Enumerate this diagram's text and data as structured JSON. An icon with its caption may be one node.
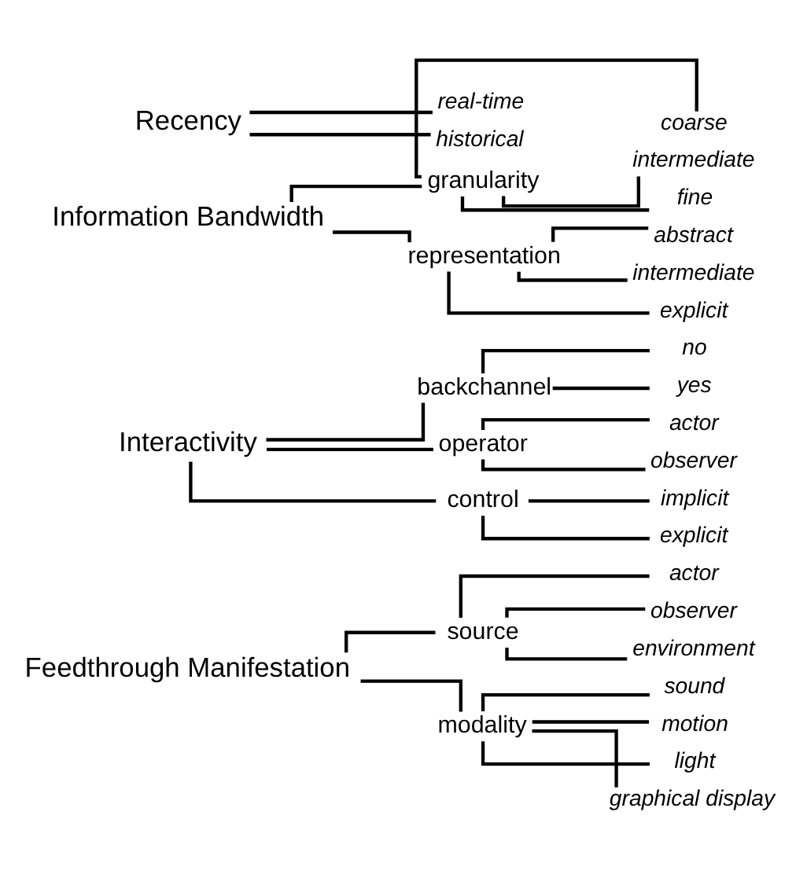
{
  "diagram": {
    "nodes": [
      {
        "text": [
          "Feedthrough Manifestation"
        ]
      },
      {
        "text": [
          "source"
        ]
      },
      {
        "text": [
          "actor"
        ]
      },
      {
        "text": [
          "observer"
        ]
      },
      {
        "text": [
          "environment"
        ]
      },
      {
        "text": [
          "modality"
        ]
      },
      {
        "text": [
          "sound"
        ]
      },
      {
        "text": [
          "motion"
        ]
      },
      {
        "text": [
          "light"
        ]
      },
      {
        "text": [
          "graphical display"
        ]
      },
      {
        "text": [
          "Interactivity"
        ]
      },
      {
        "text": [
          "backchannel"
        ]
      },
      {
        "text": [
          "no"
        ]
      },
      {
        "text": [
          "yes"
        ]
      },
      {
        "text": [
          "operator"
        ]
      },
      {
        "text": [
          "actor"
        ]
      },
      {
        "text": [
          "observer"
        ]
      },
      {
        "text": [
          "control"
        ]
      },
      {
        "text": [
          "implicit"
        ]
      },
      {
        "text": [
          "explicit"
        ]
      },
      {
        "text": [
          "Information Bandwidth"
        ]
      },
      {
        "text": [
          "granularity"
        ]
      },
      {
        "text": [
          "coarse"
        ]
      },
      {
        "text": [
          "intermediate"
        ]
      },
      {
        "text": [
          "fine"
        ]
      },
      {
        "text": [
          "representation"
        ]
      },
      {
        "text": [
          "abstract"
        ]
      },
      {
        "text": [
          "intermediate"
        ]
      },
      {
        "text": [
          "explicit"
        ]
      },
      {
        "text": [
          "Recency"
        ]
      },
      {
        "text": [
          "real-time"
        ]
      },
      {
        "text": [
          "historical"
        ]
      }
    ],
    "edges": [
      {
        "from": 0,
        "to": 1,
        "arrow": "none"
      },
      {
        "from": 0,
        "to": 5,
        "arrow": "none"
      },
      {
        "from": 1,
        "to": 2,
        "arrow": "none"
      },
      {
        "from": 1,
        "to": 3,
        "arrow": "none"
      },
      {
        "from": 1,
        "to": 4,
        "arrow": "none"
      },
      {
        "from": 5,
        "to": 6,
        "arrow": "none"
      },
      {
        "from": 5,
        "to": 7,
        "arrow": "none"
      },
      {
        "from": 5,
        "to": 8,
        "arrow": "none"
      },
      {
        "from": 5,
        "to": 9,
        "arrow": "none"
      },
      {
        "from": 10,
        "to": 11,
        "arrow": "none"
      },
      {
        "from": 10,
        "to": 14,
        "arrow": "none"
      },
      {
        "from": 10,
        "to": 17,
        "arrow": "none"
      },
      {
        "from": 11,
        "to": 12,
        "arrow": "none"
      },
      {
        "from": 11,
        "to": 13,
        "arrow": "none"
      },
      {
        "from": 14,
        "to": 15,
        "arrow": "none"
      },
      {
        "from": 14,
        "to": 16,
        "arrow": "none"
      },
      {
        "from": 17,
        "to": 18,
        "arrow": "none"
      },
      {
        "from": 17,
        "to": 19,
        "arrow": "none"
      },
      {
        "from": 20,
        "to": 21,
        "arrow": "none"
      },
      {
        "from": 20,
        "to": 25,
        "arrow": "none"
      },
      {
        "from": 21,
        "to": 22,
        "arrow": "none"
      },
      {
        "from": 21,
        "to": 23,
        "arrow": "none"
      },
      {
        "from": 21,
        "to": 24,
        "arrow": "none"
      },
      {
        "from": 25,
        "to": 26,
        "arrow": "none"
      },
      {
        "from": 25,
        "to": 27,
        "arrow": "none"
      },
      {
        "from": 25,
        "to": 28,
        "arrow": "none"
      },
      {
        "from": 29,
        "to": 30,
        "arrow": "none"
      },
      {
        "from": 29,
        "to": 31,
        "arrow": "none"
      }
    ]
  }
}
